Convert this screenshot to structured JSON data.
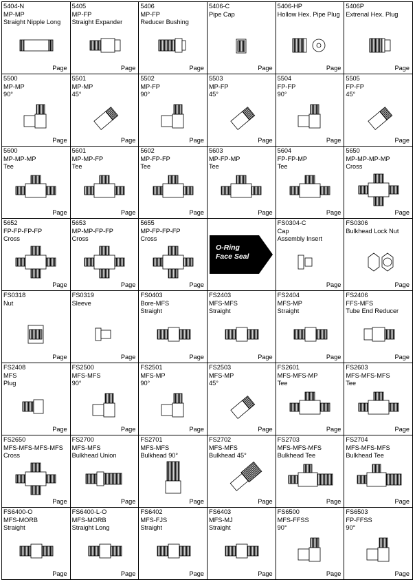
{
  "cells": [
    {
      "code": "5404-N",
      "line2": "MP-MP",
      "line3": "Straight Nipple Long",
      "page": "Page",
      "icon": "straight-nipple-long-icon"
    },
    {
      "code": "5405",
      "line2": "MP-FP",
      "line3": "Straight Expander",
      "page": "Page",
      "icon": "straight-expander-icon"
    },
    {
      "code": "5406",
      "line2": "MP-FP",
      "line3": "Reducer Bushing",
      "page": "Page",
      "icon": "reducer-bushing-icon"
    },
    {
      "code": "5406-C",
      "line2": "Pipe Cap",
      "line3": "",
      "page": "Page",
      "icon": "pipe-cap-icon"
    },
    {
      "code": "5406-HP",
      "line2": "Hollow Hex. Pipe Plug",
      "line3": "",
      "page": "Page",
      "icon": "hollow-hex-pipe-plug-icon"
    },
    {
      "code": "5406P",
      "line2": "Extrenal Hex. Plug",
      "line3": "",
      "page": "Page",
      "icon": "external-hex-plug-icon"
    },
    {
      "code": "5500",
      "line2": "MP-MP",
      "line3": "90°",
      "page": "Page",
      "icon": "elbow-90-icon"
    },
    {
      "code": "5501",
      "line2": "MP-MP",
      "line3": "45°",
      "page": "Page",
      "icon": "elbow-45-icon"
    },
    {
      "code": "5502",
      "line2": "MP-FP",
      "line3": "90°",
      "page": "Page",
      "icon": "elbow-90-icon"
    },
    {
      "code": "5503",
      "line2": "MP-FP",
      "line3": "45°",
      "page": "Page",
      "icon": "elbow-45-icon"
    },
    {
      "code": "5504",
      "line2": "FP-FP",
      "line3": "90°",
      "page": "Page",
      "icon": "elbow-90-icon"
    },
    {
      "code": "5505",
      "line2": "FP-FP",
      "line3": "45°",
      "page": "Page",
      "icon": "elbow-45-icon"
    },
    {
      "code": "5600",
      "line2": "MP-MP-MP",
      "line3": "Tee",
      "page": "Page",
      "icon": "tee-icon"
    },
    {
      "code": "5601",
      "line2": "MP-MP-FP",
      "line3": "Tee",
      "page": "Page",
      "icon": "tee-icon"
    },
    {
      "code": "5602",
      "line2": "MP-FP-FP",
      "line3": "Tee",
      "page": "Page",
      "icon": "tee-icon"
    },
    {
      "code": "5603",
      "line2": "MP-FP-MP",
      "line3": "Tee",
      "page": "Page",
      "icon": "tee-icon"
    },
    {
      "code": "5604",
      "line2": "FP-FP-MP",
      "line3": "Tee",
      "page": "Page",
      "icon": "tee-icon"
    },
    {
      "code": "5650",
      "line2": "MP-MP-MP-MP",
      "line3": "Cross",
      "page": "Page",
      "icon": "cross-icon"
    },
    {
      "code": "5652",
      "line2": "FP-FP-FP-FP",
      "line3": "Cross",
      "page": "Page",
      "icon": "cross-icon"
    },
    {
      "code": "5653",
      "line2": "MP-MP-FP-FP",
      "line3": "Cross",
      "page": "Page",
      "icon": "cross-icon"
    },
    {
      "code": "5655",
      "line2": "MP-FP-FP-FP",
      "line3": "Cross",
      "page": "Page",
      "icon": "cross-icon"
    },
    {
      "banner": true,
      "line1": "O-Ring",
      "line2": "Face Seal"
    },
    {
      "code": "FS0304-C",
      "line2": "Cap",
      "line3": "Assembly Insert",
      "page": "Page",
      "icon": "cap-assembly-insert-icon"
    },
    {
      "code": "FS0306",
      "line2": "Bulkhead Lock Nut",
      "line3": "",
      "page": "Page",
      "icon": "bulkhead-lock-nut-icon"
    },
    {
      "code": "FS0318",
      "line2": "Nut",
      "line3": "",
      "page": "Page",
      "icon": "nut-icon"
    },
    {
      "code": "FS0319",
      "line2": "Sleeve",
      "line3": "",
      "page": "Page",
      "icon": "sleeve-icon"
    },
    {
      "code": "FS0403",
      "line2": "Bore-MFS",
      "line3": "Straight",
      "page": "Page",
      "icon": "straight-fitting-icon"
    },
    {
      "code": "FS2403",
      "line2": "MFS-MFS",
      "line3": "Straight",
      "page": "Page",
      "icon": "straight-fitting-icon"
    },
    {
      "code": "FS2404",
      "line2": "MFS-MP",
      "line3": "Straight",
      "page": "Page",
      "icon": "straight-fitting-icon"
    },
    {
      "code": "FS2406",
      "line2": "FFS-MFS",
      "line3": "Tube End Reducer",
      "page": "Page",
      "icon": "tube-end-reducer-icon"
    },
    {
      "code": "FS2408",
      "line2": "MFS",
      "line3": "Plug",
      "page": "Page",
      "icon": "plug-icon"
    },
    {
      "code": "FS2500",
      "line2": "MFS-MFS",
      "line3": "90°",
      "page": "Page",
      "icon": "elbow-90-icon"
    },
    {
      "code": "FS2501",
      "line2": "MFS-MP",
      "line3": "90°",
      "page": "Page",
      "icon": "elbow-90-icon"
    },
    {
      "code": "FS2503",
      "line2": "MFS-MP",
      "line3": "45°",
      "page": "Page",
      "icon": "elbow-45-icon"
    },
    {
      "code": "FS2601",
      "line2": "MFS-MFS-MP",
      "line3": "Tee",
      "page": "Page",
      "icon": "tee-icon"
    },
    {
      "code": "FS2603",
      "line2": "MFS-MFS-MFS",
      "line3": "Tee",
      "page": "Page",
      "icon": "tee-icon"
    },
    {
      "code": "FS2650",
      "line2": "MFS-MFS-MFS-MFS",
      "line3": "Cross",
      "page": "Page",
      "icon": "cross-icon"
    },
    {
      "code": "FS2700",
      "line2": "MFS-MFS",
      "line3": "Bulkhead Union",
      "page": "Page",
      "icon": "bulkhead-union-icon"
    },
    {
      "code": "FS2701",
      "line2": "MFS-MFS",
      "line3": "Bulkhead 90°",
      "page": "Page",
      "icon": "bulkhead-elbow-90-icon"
    },
    {
      "code": "FS2702",
      "line2": "MFS-MFS",
      "line3": "Bulkhead 45°",
      "page": "Page",
      "icon": "bulkhead-elbow-45-icon"
    },
    {
      "code": "FS2703",
      "line2": "MFS-MFS-MFS",
      "line3": "Bulkhead Tee",
      "page": "Page",
      "icon": "bulkhead-tee-icon"
    },
    {
      "code": "FS2704",
      "line2": "MFS-MFS-MFS",
      "line3": "Bulkhead Tee",
      "page": "Page",
      "icon": "bulkhead-tee-icon"
    },
    {
      "code": "FS6400-O",
      "line2": "MFS-MORB",
      "line3": "Straight",
      "page": "Page",
      "icon": "straight-fitting-icon"
    },
    {
      "code": "FS6400-L-O",
      "line2": "MFS-MORB",
      "line3": "Straight Long",
      "page": "Page",
      "icon": "straight-fitting-icon"
    },
    {
      "code": "FS6402",
      "line2": "MFS-FJS",
      "line3": "Straight",
      "page": "Page",
      "icon": "straight-fitting-icon"
    },
    {
      "code": "FS6403",
      "line2": "MFS-MJ",
      "line3": "Straight",
      "page": "Page",
      "icon": "straight-fitting-icon"
    },
    {
      "code": "FS6500",
      "line2": "MFS-FFSS",
      "line3": "90°",
      "page": "Page",
      "icon": "elbow-90-icon"
    },
    {
      "code": "FS6503",
      "line2": "FP-FFSS",
      "line3": "90°",
      "page": "Page",
      "icon": "elbow-90-icon"
    }
  ]
}
